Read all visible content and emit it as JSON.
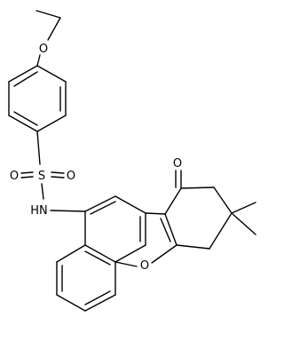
{
  "molecule": {
    "atoms": {
      "O_ether": "O",
      "S_sulfonyl": "S",
      "O_sulfonyl_left": "O",
      "O_sulfonyl_right": "O",
      "NH": "HN",
      "O_ketone": "O",
      "O_furan": "O"
    }
  }
}
